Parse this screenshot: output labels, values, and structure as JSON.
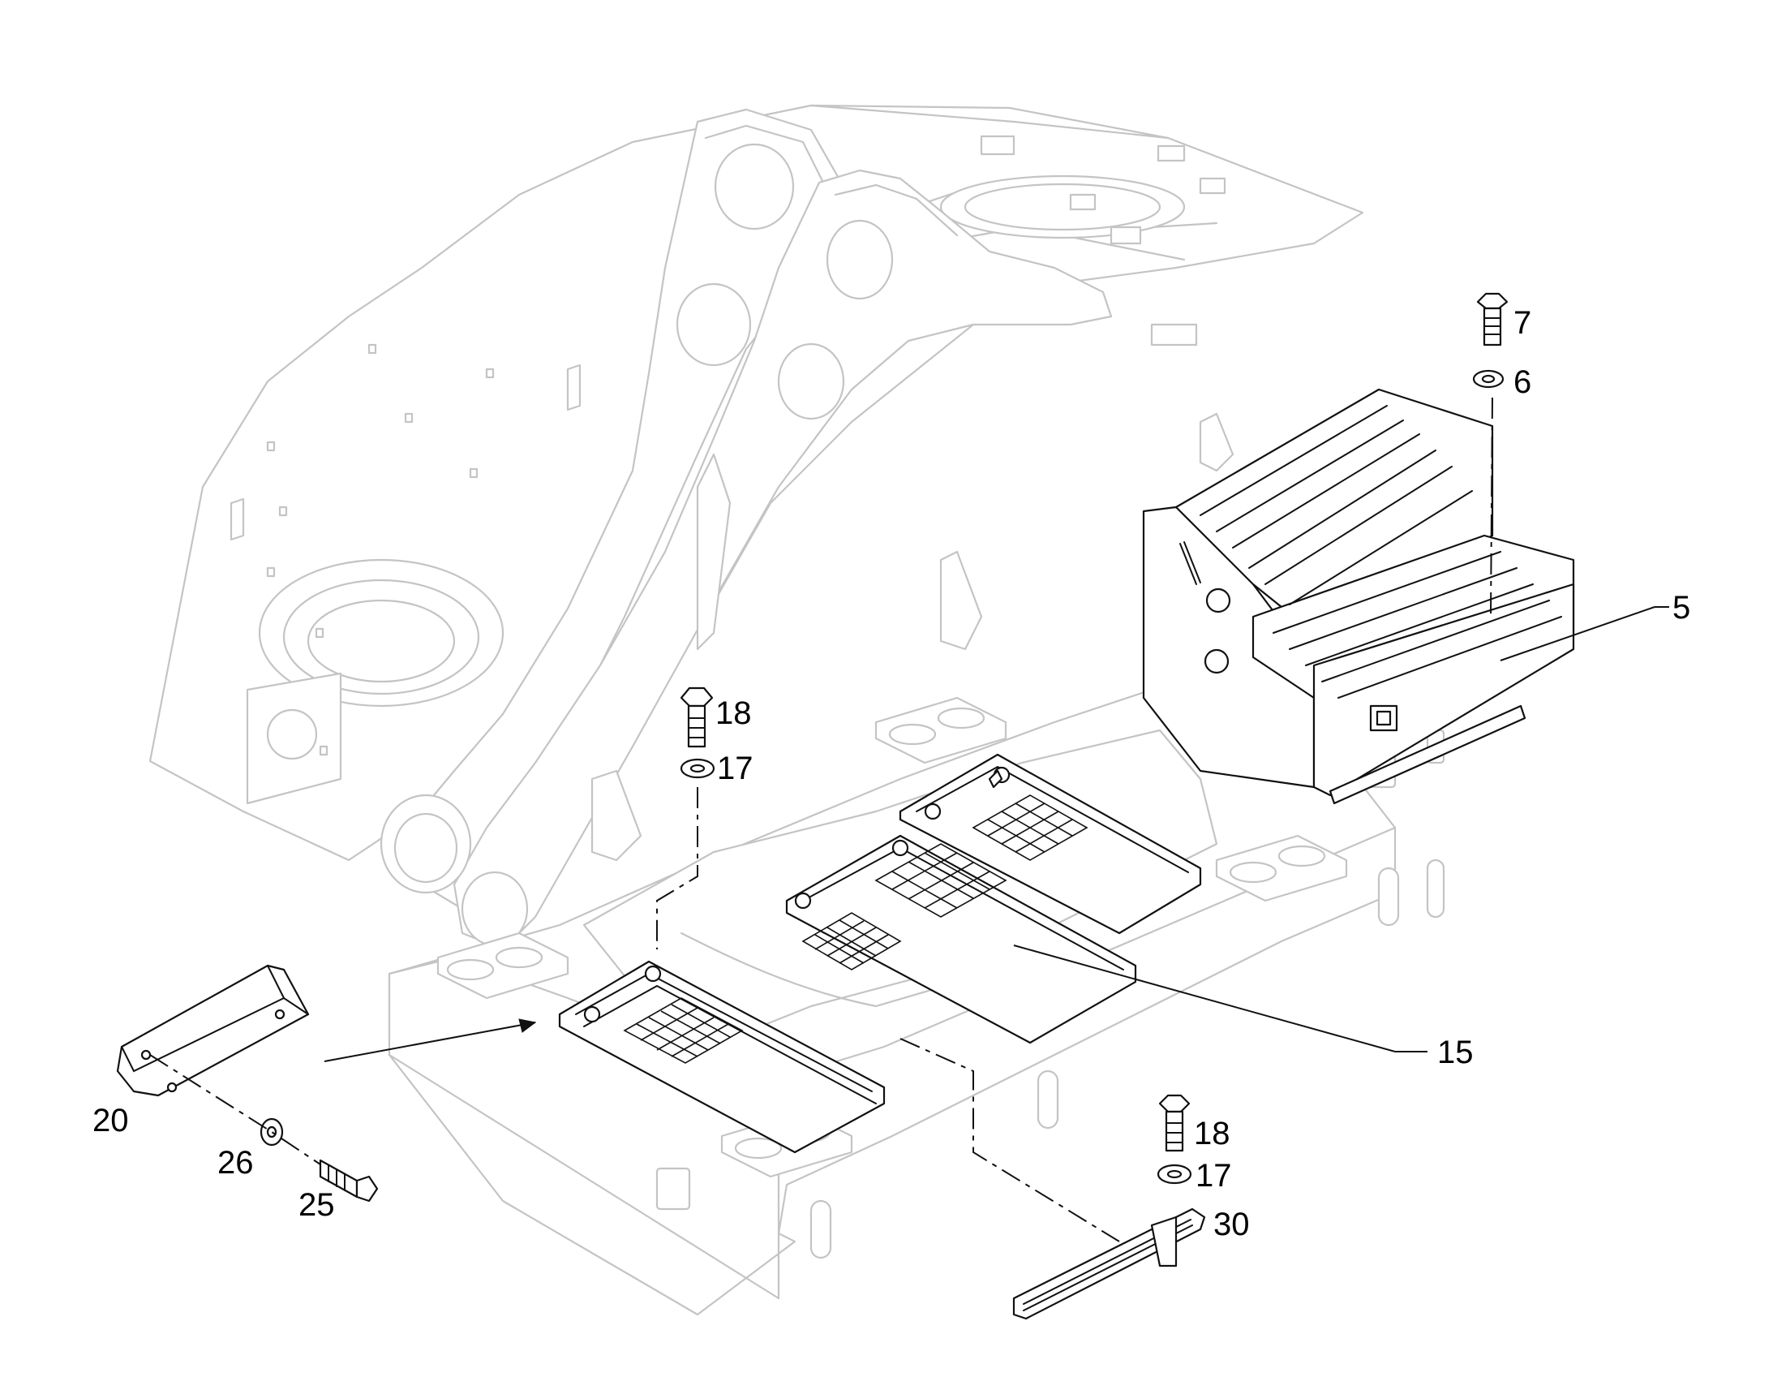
{
  "callouts": {
    "c5": "5",
    "c6": "6",
    "c7": "7",
    "c15": "15",
    "c17a": "17",
    "c17b": "17",
    "c18a": "18",
    "c18b": "18",
    "c20": "20",
    "c25": "25",
    "c26": "26",
    "c30": "30"
  },
  "colors": {
    "background": "#ffffff",
    "context_line": "#c4c4c4",
    "part_line": "#111111",
    "label": "#000000"
  }
}
